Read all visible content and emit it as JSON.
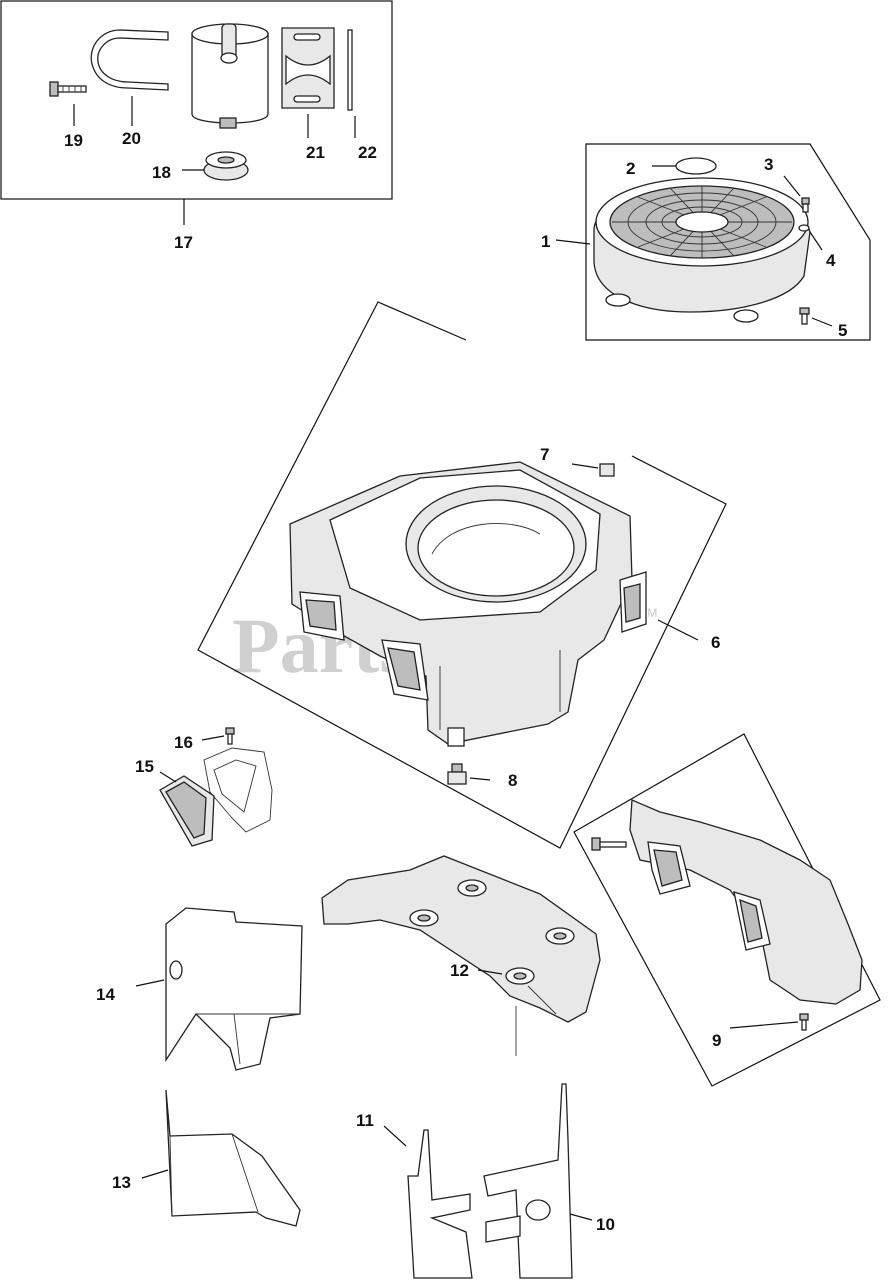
{
  "watermark": {
    "text": "PartsTree",
    "trademark": "TM"
  },
  "parts": {
    "p1": "1",
    "p2": "2",
    "p3": "3",
    "p4": "4",
    "p5": "5",
    "p6": "6",
    "p7": "7",
    "p8": "8",
    "p9": "9",
    "p10": "10",
    "p11": "11",
    "p12": "12",
    "p13": "13",
    "p14": "14",
    "p15": "15",
    "p16": "16",
    "p17": "17",
    "p18": "18",
    "p19": "19",
    "p20": "20",
    "p21": "21",
    "p22": "22"
  }
}
